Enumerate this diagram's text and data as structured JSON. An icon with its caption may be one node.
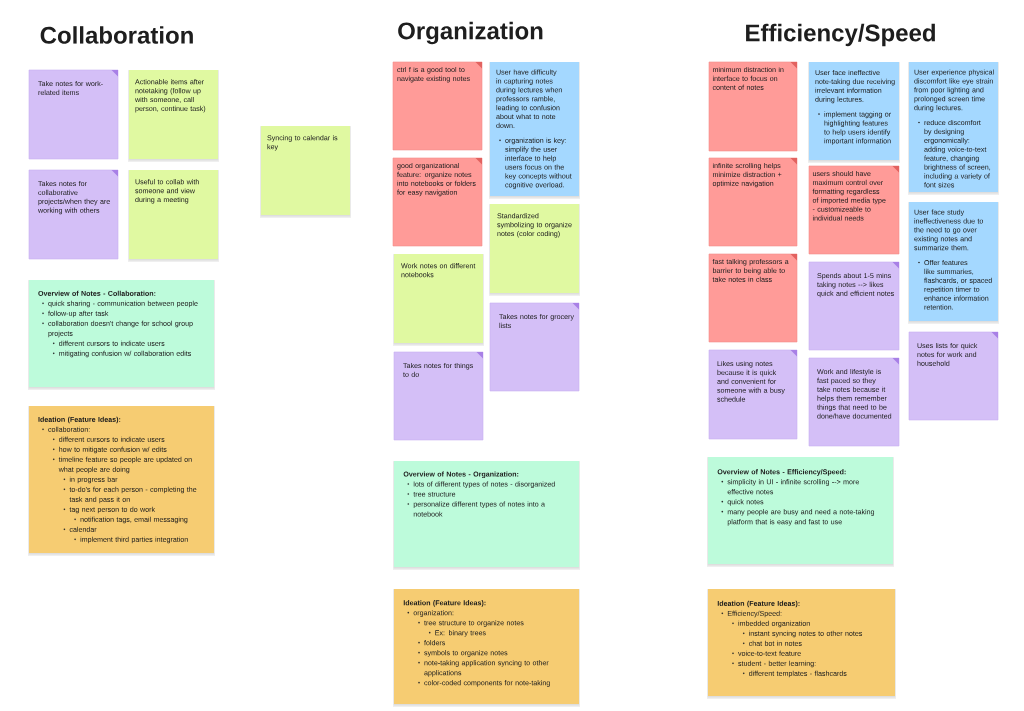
{
  "diagram": {
    "nodes": [
      {
        "text": [
          "Take notes for work-related items"
        ]
      },
      {
        "text": [
          "Actionable items after notetaking (follow up with someone, call person, continue task)"
        ]
      },
      {
        "text": [
          "Syncing to calendar is key"
        ]
      },
      {
        "text": [
          "Takes notes for collaborative projects/when they are working with others"
        ]
      },
      {
        "text": [
          "Useful to collab with someone and view during a meeting"
        ]
      },
      {
        "text": [
          "Overview of Notes - Collaboration:",
          "quick sharing - communication between people",
          "follow-up after task",
          "collaboration doesn't change for school group projects",
          "different cursors to indicate users",
          "mitigating confusion w/ collaboration edits"
        ]
      },
      {
        "text": [
          "Ideation (Feature Ideas):",
          "collaboration:",
          "different cursors to indicate users",
          "how to mitigate confusion w/ edits",
          "timeline feature so people are updated on what people are doing",
          "in progress bar",
          "to-do's for each person - completing the task and pass it on",
          "tag next person to do work",
          "notification tags, email messaging",
          "calendar",
          "implement third parties integration"
        ]
      },
      {
        "text": [
          "ctrl f is a good tool to navigate existing notes"
        ]
      },
      {
        "text": [
          "User have difficulty in capturing notes during lectures when professors ramble, leading to confusion about what to note down.",
          "organization is key: simplify the user interface to help users focus on the key concepts without cognitive overload."
        ]
      },
      {
        "text": [
          "good organizational feature: organize notes into notebooks or folders for easy navigation"
        ]
      },
      {
        "text": [
          "Standardized symbolizing to organize notes (color coding)"
        ]
      },
      {
        "text": [
          "Work notes on different notebooks"
        ]
      },
      {
        "text": [
          "Takes notes for grocery lists"
        ]
      },
      {
        "text": [
          "Takes notes for things to do"
        ]
      },
      {
        "text": [
          "Overview of Notes - Organization:",
          "lots of different types of notes - disorganized",
          "tree structure",
          "personalize different types of notes into a notebook"
        ]
      },
      {
        "text": [
          "Ideation (Feature Ideas):",
          "organization:",
          "tree structure to organize notes",
          "Ex: binary trees",
          "folders",
          "symbols to organize notes",
          "note-taking application syncing to other applications",
          "color-coded components for note-taking"
        ]
      },
      {
        "text": [
          "minimum distraction in interface to focus on content of notes"
        ]
      },
      {
        "text": [
          "User face ineffective note-taking due receiving irrelevant information during lectures.",
          "implement tagging or highlighting features to help users identify important information"
        ]
      },
      {
        "text": [
          "User experience physical discomfort like eye strain from poor lighting and prolonged screen time during lectures.",
          "reduce discomfort by designing ergonomically: adding voice-to-text feature, changing brightness of screen, including a variety of font sizes"
        ]
      },
      {
        "text": [
          "infinite scrolling helps minimize distraction + optimize navigation"
        ]
      },
      {
        "text": [
          "users should have maximum control over formatting regardless of imported media type - customizeable to individual needs"
        ]
      },
      {
        "text": [
          "User face study ineffectiveness due to the need to go over existing notes and summarize them.",
          "Offer features like summaries, flashcards, or spaced repetition timer to enhance information retention."
        ]
      },
      {
        "text": [
          "fast talking professors a barrier to being able to take notes in class"
        ]
      },
      {
        "text": [
          "Spends about 1-5 mins taking notes --> likes quick and efficient notes"
        ]
      },
      {
        "text": [
          "Uses lists for quick notes for work and household"
        ]
      },
      {
        "text": [
          "Likes using notes because it is quick and convenient for someone with a busy schedule"
        ]
      },
      {
        "text": [
          "Work and lifestyle is fast paced so they take notes because it helps them remember things that need to be done/have documented"
        ]
      },
      {
        "text": [
          "Overview of Notes - Efficiency/Speed:",
          "simplicity in UI - infinite scrolling --> more effective notes",
          "quick notes",
          "many people are busy and need a note-taking platform that is easy and fast to use"
        ]
      },
      {
        "text": [
          "Ideation (Feature Ideas):",
          "Efficiency/Speed:",
          "imbedded organization",
          "instant syncing notes to other notes",
          "chat bot in notes",
          "voice-to-text feature",
          "student - better learning:",
          "different templates - flashcards"
        ]
      }
    ],
    "labels": [
      "Collaboration",
      "Organization",
      "Efficiency/Speed"
    ]
  }
}
